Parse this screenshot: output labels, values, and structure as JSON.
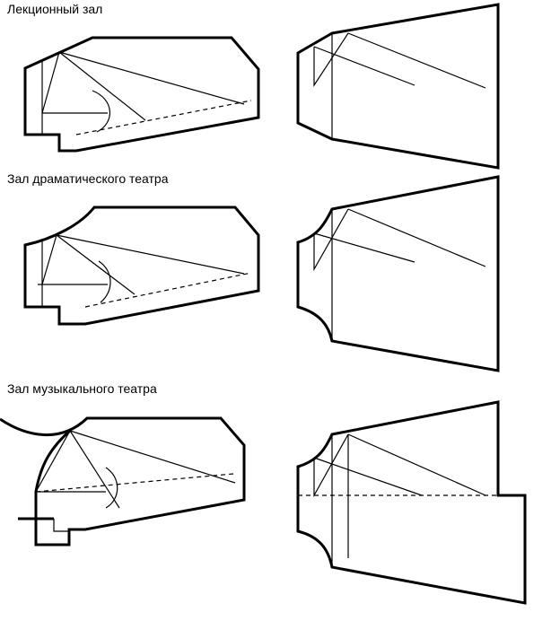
{
  "halls": [
    {
      "id": "lecture",
      "title": "Лекционный зал"
    },
    {
      "id": "drama",
      "title": "Зал драматического театра"
    },
    {
      "id": "music",
      "title": "Зал музыкального театра"
    }
  ],
  "colors": {
    "line": "#000000",
    "background": "#ffffff"
  }
}
